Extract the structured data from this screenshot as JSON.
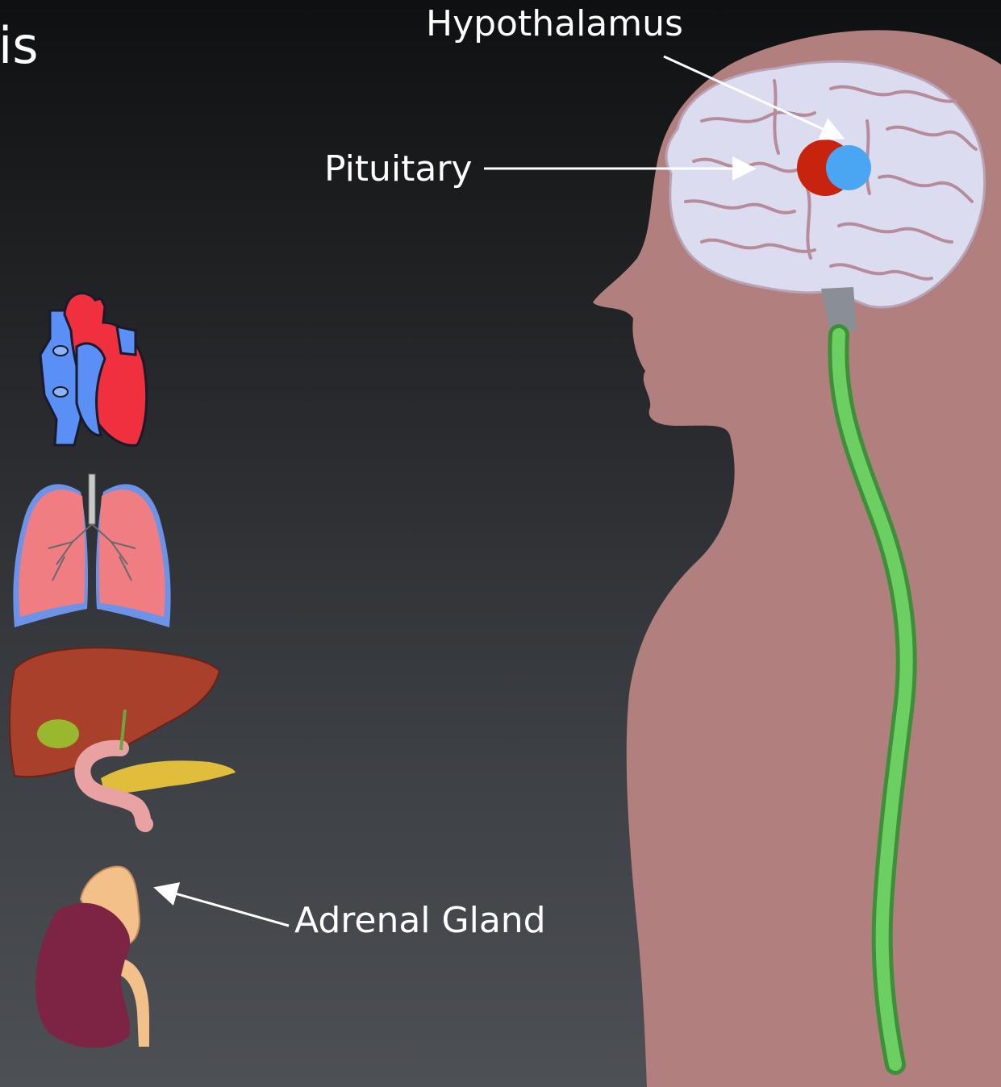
{
  "slide": {
    "title_fragment": "is"
  },
  "labels": {
    "hypothalamus": "Hypothalamus",
    "pituitary": "Pituitary",
    "adrenal_gland": "Adrenal Gland"
  },
  "colors": {
    "body_silhouette": "#b27f7f",
    "brain": "#dcdcf0",
    "brain_folds": "#b78c9a",
    "spinal_cord": "#5cbf52",
    "brainstem": "#8a8f96",
    "pituitary_dot": "#c8230f",
    "hypothalamus_dot": "#4aa6f2",
    "heart_red": "#f0303e",
    "heart_blue": "#5a8ff5",
    "lung_pink": "#f07d82",
    "lung_blue": "#6d93e8",
    "liver": "#a8402c",
    "gallbladder": "#9ab82e",
    "pancreas": "#e0bd3a",
    "kidney": "#7d2445",
    "adrenal": "#f3c08a"
  },
  "organs": [
    "heart-icon",
    "lungs-icon",
    "liver-icon",
    "kidney-adrenal-icon"
  ]
}
